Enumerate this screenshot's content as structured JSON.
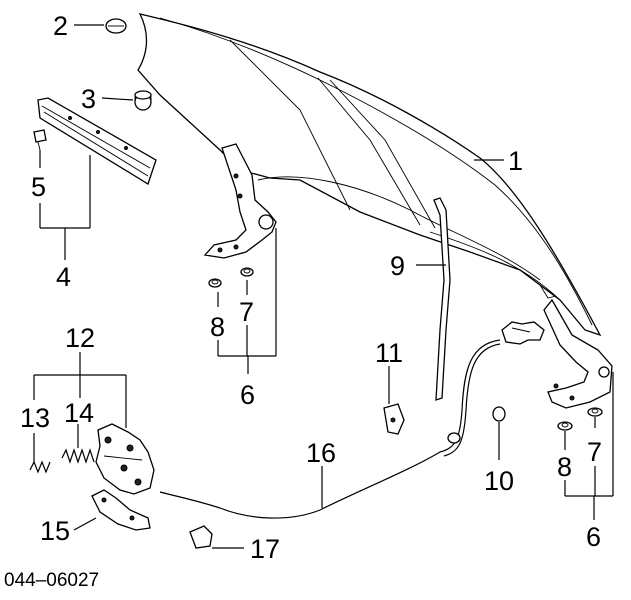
{
  "callouts": {
    "c1": "1",
    "c2": "2",
    "c3": "3",
    "c4": "4",
    "c5": "5",
    "c6a": "6",
    "c6b": "6",
    "c7a": "7",
    "c7b": "7",
    "c8a": "8",
    "c8b": "8",
    "c9": "9",
    "c10": "10",
    "c11": "11",
    "c12": "12",
    "c13": "13",
    "c14": "14",
    "c15": "15",
    "c16": "16",
    "c17": "17"
  },
  "diagram_code": "044–06027"
}
